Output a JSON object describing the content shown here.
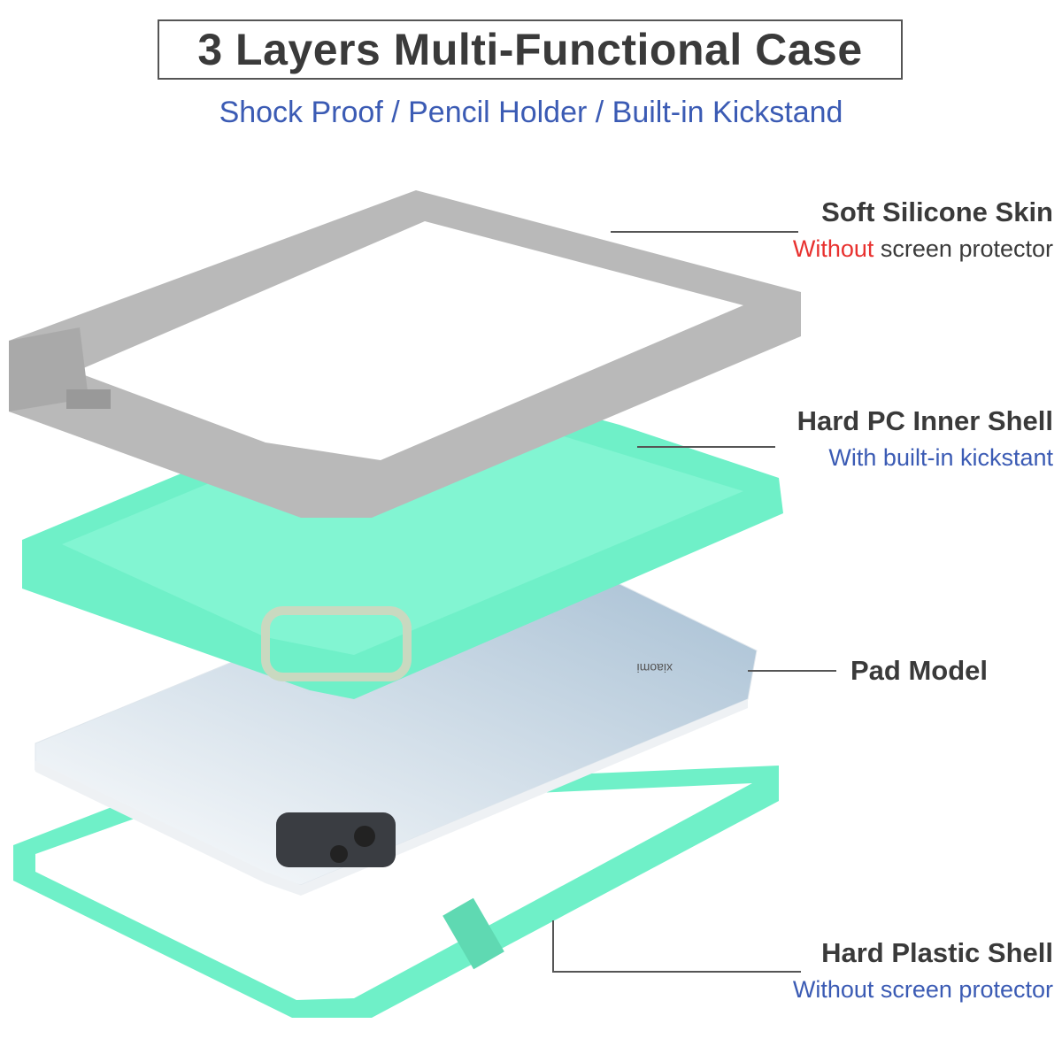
{
  "header": {
    "title": "3 Layers Multi-Functional Case",
    "subtitle": "Shock Proof / Pencil Holder / Built-in Kickstand"
  },
  "callouts": [
    {
      "heading": "Soft Silicone Skin",
      "sub_highlight": "Without",
      "sub_rest": " screen protector"
    },
    {
      "heading": "Hard PC Inner Shell",
      "sub": "With built-in kickstant"
    },
    {
      "heading": "Pad Model"
    },
    {
      "heading": "Hard Plastic Shell",
      "sub": "Without screen protector"
    }
  ],
  "product": {
    "logo_text": "xiaomi"
  },
  "colors": {
    "silicone": "#b9b9b9",
    "mint": "#6ff0c8",
    "accent_blue": "#3b5bb4",
    "accent_red": "#e8312f",
    "text": "#3a3a3a"
  }
}
